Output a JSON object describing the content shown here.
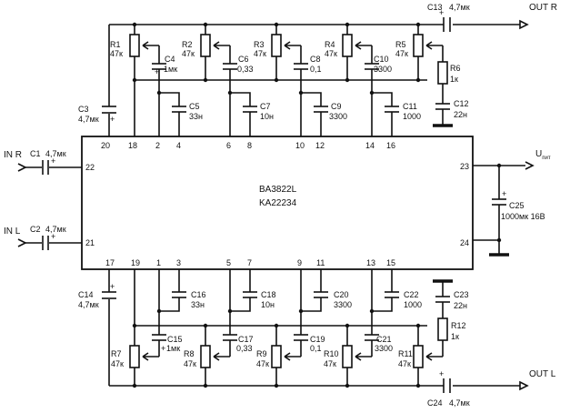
{
  "ic": {
    "line1": "BA3822L",
    "line2": "KA22234"
  },
  "ports": {
    "in_r": "IN R",
    "in_l": "IN L",
    "out_r": "OUT R",
    "out_l": "OUT L",
    "u_pit": "U",
    "u_pit_sub": "пит"
  },
  "pins": {
    "p20": "20",
    "p18": "18",
    "p2": "2",
    "p4": "4",
    "p6": "6",
    "p8": "8",
    "p10": "10",
    "p12": "12",
    "p14": "14",
    "p16": "16",
    "p22": "22",
    "p21": "21",
    "p23": "23",
    "p24": "24",
    "p17": "17",
    "p19": "19",
    "p1": "1",
    "p3": "3",
    "p5": "5",
    "p7": "7",
    "p9": "9",
    "p11": "11",
    "p13": "13",
    "p15": "15"
  },
  "components": {
    "c1": {
      "name": "C1",
      "value": "4,7мк"
    },
    "c2": {
      "name": "C2",
      "value": "4,7мк"
    },
    "c3": {
      "name": "C3",
      "value": "4,7мк"
    },
    "c14": {
      "name": "C14",
      "value": "4,7мк"
    },
    "c13": {
      "name": "C13",
      "value": "4,7мк"
    },
    "c24": {
      "name": "C24",
      "value": "4,7мк"
    },
    "c25": {
      "name": "C25",
      "value": "1000мк 16В"
    },
    "r1": {
      "name": "R1",
      "value": "47к"
    },
    "r2": {
      "name": "R2",
      "value": "47к"
    },
    "r3": {
      "name": "R3",
      "value": "47к"
    },
    "r4": {
      "name": "R4",
      "value": "47к"
    },
    "r5": {
      "name": "R5",
      "value": "47к"
    },
    "r6": {
      "name": "R6",
      "value": "1к"
    },
    "r7": {
      "name": "R7",
      "value": "47к"
    },
    "r8": {
      "name": "R8",
      "value": "47к"
    },
    "r9": {
      "name": "R9",
      "value": "47к"
    },
    "r10": {
      "name": "R10",
      "value": "47к"
    },
    "r11": {
      "name": "R11",
      "value": "47к"
    },
    "r12": {
      "name": "R12",
      "value": "1к"
    },
    "c4": {
      "name": "C4",
      "value": "1мк"
    },
    "c6": {
      "name": "C6",
      "value": "0,33"
    },
    "c8": {
      "name": "C8",
      "value": "0,1"
    },
    "c10": {
      "name": "C10",
      "value": "3300"
    },
    "c12": {
      "name": "C12",
      "value": "22н"
    },
    "c5": {
      "name": "C5",
      "value": "33н"
    },
    "c7": {
      "name": "C7",
      "value": "10н"
    },
    "c9": {
      "name": "C9",
      "value": "3300"
    },
    "c11": {
      "name": "C11",
      "value": "1000"
    },
    "c15": {
      "name": "C15",
      "value": "1мк"
    },
    "c17": {
      "name": "C17",
      "value": "0,33"
    },
    "c19": {
      "name": "C19",
      "value": "0,1"
    },
    "c21": {
      "name": "C21",
      "value": "3300"
    },
    "c16": {
      "name": "C16",
      "value": "33н"
    },
    "c18": {
      "name": "C18",
      "value": "10н"
    },
    "c20": {
      "name": "C20",
      "value": "3300"
    },
    "c22": {
      "name": "C22",
      "value": "1000"
    },
    "c23": {
      "name": "C23",
      "value": "22н"
    }
  }
}
